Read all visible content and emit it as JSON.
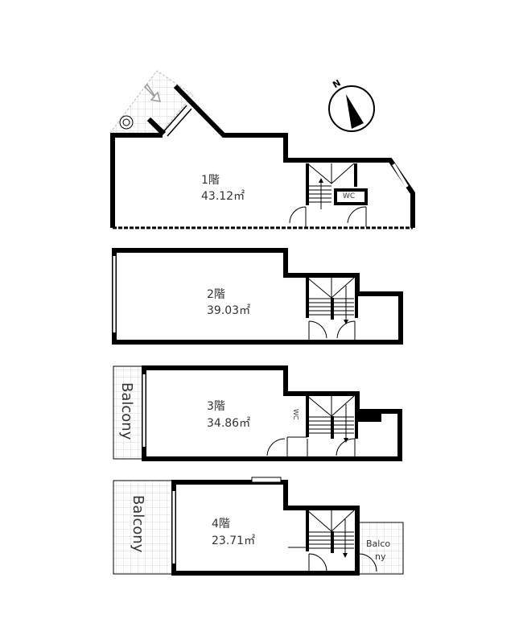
{
  "compass": {
    "label": "N"
  },
  "floors": [
    {
      "name": "1階",
      "area": "43.12㎡",
      "rooms": [
        "WC"
      ]
    },
    {
      "name": "2階",
      "area": "39.03㎡",
      "rooms": []
    },
    {
      "name": "3階",
      "area": "34.86㎡",
      "rooms": [
        "WC"
      ],
      "balcony": "Balcony"
    },
    {
      "name": "4階",
      "area": "23.71㎡",
      "rooms": [],
      "balcony": "Balcony",
      "small_balcony": [
        "Balco",
        "ny"
      ]
    }
  ],
  "colors": {
    "wall": "#000000",
    "grid": "#d8d8d8",
    "text": "#333333"
  }
}
